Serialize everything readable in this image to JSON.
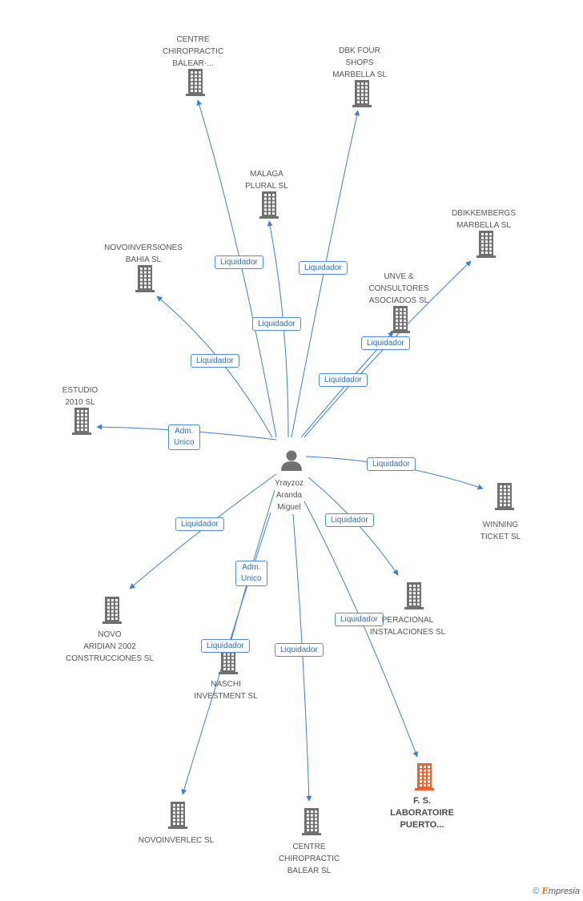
{
  "center": {
    "label_lines": [
      "Yrayzoz",
      "Aranda",
      "Miguel"
    ]
  },
  "nodes": [
    {
      "id": "centre-balear-top",
      "lines": [
        "CENTRE",
        "CHIROPRACTIC",
        "BALEAR-..."
      ],
      "highlight": false
    },
    {
      "id": "dbk-four",
      "lines": [
        "DBK FOUR",
        "SHOPS",
        "MARBELLA SL"
      ],
      "highlight": false
    },
    {
      "id": "malaga-plural",
      "lines": [
        "MALAGA",
        "PLURAL SL"
      ],
      "highlight": false
    },
    {
      "id": "dbikkembergs",
      "lines": [
        "DBIKKEMBERGS",
        "MARBELLA SL"
      ],
      "highlight": false
    },
    {
      "id": "novoinversiones",
      "lines": [
        "NOVOINVERSIONES",
        "BAHIA SL"
      ],
      "highlight": false
    },
    {
      "id": "unve",
      "lines": [
        "UNVE &",
        "CONSULTORES",
        "ASOCIADOS SL"
      ],
      "highlight": false
    },
    {
      "id": "estudio",
      "lines": [
        "ESTUDIO",
        "2010 SL"
      ],
      "highlight": false
    },
    {
      "id": "winning",
      "lines": [
        "WINNING",
        "TICKET SL"
      ],
      "highlight": false
    },
    {
      "id": "operacional",
      "lines": [
        "PERACIONAL",
        "INSTALACIONES SL"
      ],
      "highlight": false
    },
    {
      "id": "novo-aridian",
      "lines": [
        "NOVO",
        "ARIDIAN 2002",
        "CONSTRUCCIONES SL"
      ],
      "highlight": false
    },
    {
      "id": "naschi",
      "lines": [
        "NASCHI",
        "INVESTMENT SL"
      ],
      "highlight": false
    },
    {
      "id": "novoinverlec",
      "lines": [
        "NOVOINVERLEC SL"
      ],
      "highlight": false
    },
    {
      "id": "centre-balear-bottom",
      "lines": [
        "CENTRE",
        "CHIROPRACTIC",
        "BALEAR SL"
      ],
      "highlight": false
    },
    {
      "id": "fs-laboratoire",
      "lines": [
        "F. S.",
        "LABORATOIRE",
        "PUERTO..."
      ],
      "highlight": true
    }
  ],
  "edges": [
    {
      "to": "centre-balear-top",
      "lines": [
        "Liquidador"
      ]
    },
    {
      "to": "dbk-four",
      "lines": [
        "Liquidador"
      ]
    },
    {
      "to": "malaga-plural",
      "lines": [
        "Liquidador"
      ]
    },
    {
      "to": "novoinversiones",
      "lines": [
        "Liquidador"
      ]
    },
    {
      "to": "dbikkembergs",
      "lines": [
        "Liquidador"
      ]
    },
    {
      "to": "unve",
      "lines": [
        "Liquidador"
      ]
    },
    {
      "to": "estudio",
      "lines": [
        "Adm.",
        "Unico"
      ]
    },
    {
      "to": "winning",
      "lines": [
        "Liquidador"
      ]
    },
    {
      "to": "operacional",
      "lines": [
        "Liquidador"
      ]
    },
    {
      "to": "novo-aridian",
      "lines": [
        "Liquidador"
      ]
    },
    {
      "to": "naschi",
      "lines": [
        "Adm.",
        "Unico"
      ]
    },
    {
      "to": "novoinverlec",
      "lines": [
        "Liquidador"
      ]
    },
    {
      "to": "centre-balear-bottom",
      "lines": [
        "Liquidador"
      ]
    },
    {
      "to": "fs-laboratoire",
      "lines": [
        "Liquidador"
      ]
    }
  ],
  "colors": {
    "edge": "#3a7fd5",
    "building": "#707070",
    "highlight_building": "#f0622d",
    "person": "#707070"
  },
  "brand": {
    "symbol": "©",
    "initial": "E",
    "rest": "mpresia"
  }
}
